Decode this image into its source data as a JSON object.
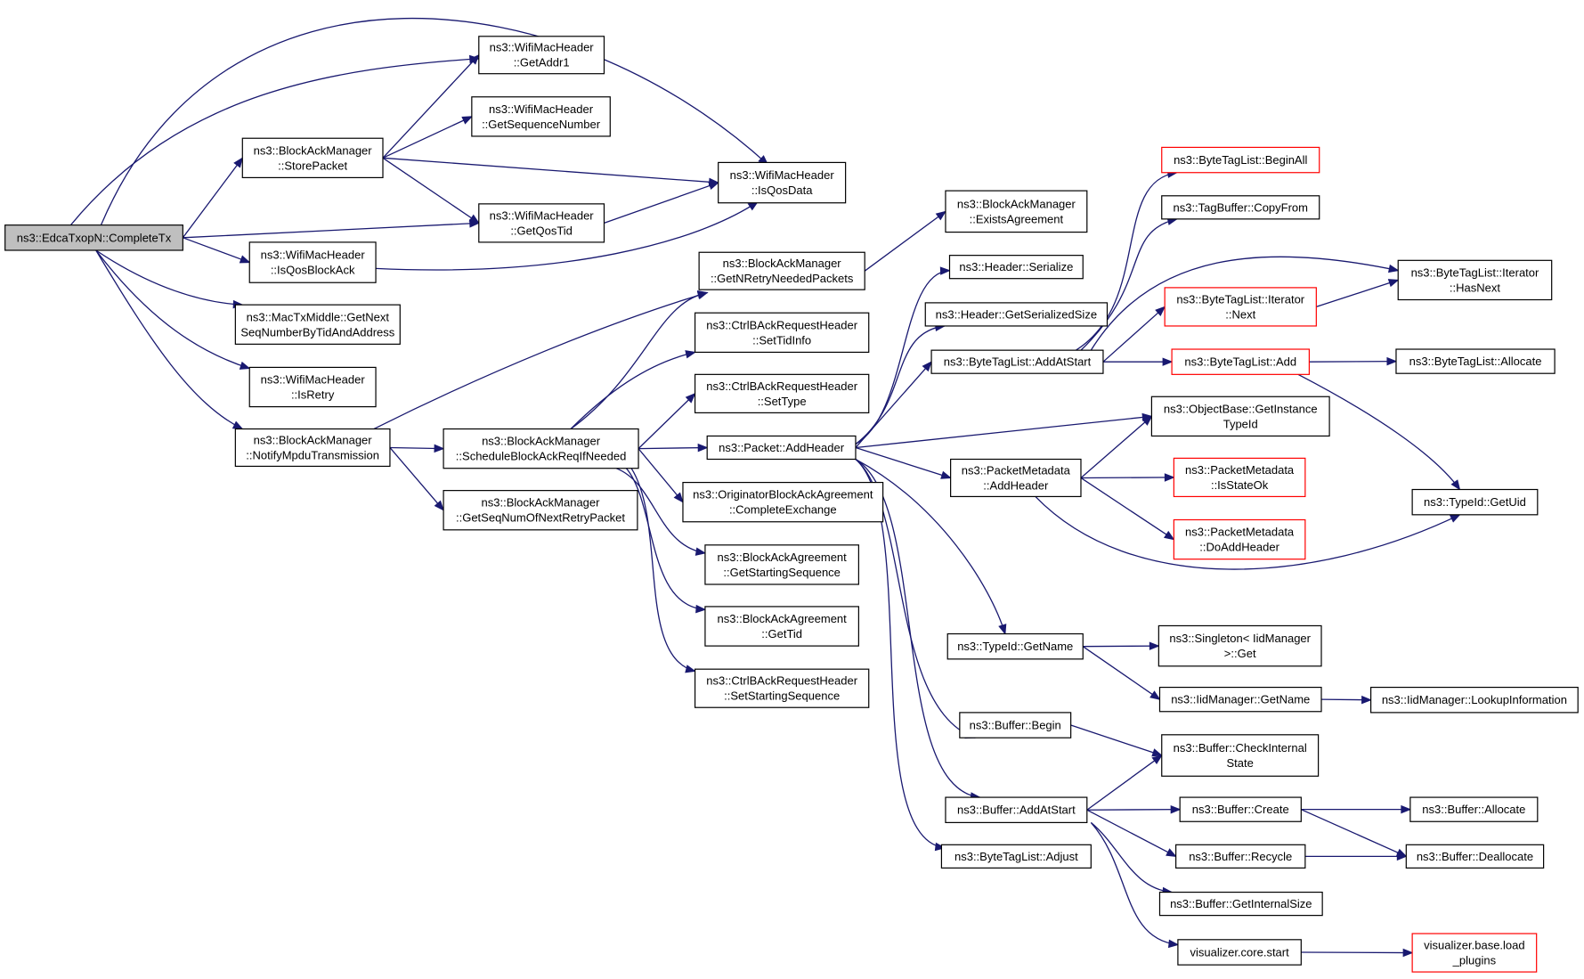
{
  "graph": {
    "nodes": {
      "n0": {
        "lines": [
          "ns3::EdcaTxopN::CompleteTx"
        ],
        "root": true
      },
      "n1": {
        "lines": [
          "ns3::WifiMacHeader",
          "::GetAddr1"
        ]
      },
      "n2": {
        "lines": [
          "ns3::BlockAckManager",
          "::StorePacket"
        ]
      },
      "n3": {
        "lines": [
          "ns3::WifiMacHeader",
          "::GetSequenceNumber"
        ]
      },
      "n4": {
        "lines": [
          "ns3::WifiMacHeader",
          "::IsQosData"
        ]
      },
      "n5": {
        "lines": [
          "ns3::WifiMacHeader",
          "::GetQosTid"
        ]
      },
      "n6": {
        "lines": [
          "ns3::WifiMacHeader",
          "::IsQosBlockAck"
        ]
      },
      "n7": {
        "lines": [
          "ns3::MacTxMiddle::GetNext",
          "SeqNumberByTidAndAddress"
        ]
      },
      "n8": {
        "lines": [
          "ns3::WifiMacHeader",
          "::IsRetry"
        ]
      },
      "n9": {
        "lines": [
          "ns3::BlockAckManager",
          "::NotifyMpduTransmission"
        ]
      },
      "n10": {
        "lines": [
          "ns3::BlockAckManager",
          "::GetNRetryNeededPackets"
        ]
      },
      "n11": {
        "lines": [
          "ns3::BlockAckManager",
          "::ScheduleBlockAckReqIfNeeded"
        ]
      },
      "n12": {
        "lines": [
          "ns3::BlockAckManager",
          "::GetSeqNumOfNextRetryPacket"
        ]
      },
      "n13": {
        "lines": [
          "ns3::BlockAckManager",
          "::ExistsAgreement"
        ]
      },
      "n14": {
        "lines": [
          "ns3::CtrlBAckRequestHeader",
          "::SetTidInfo"
        ]
      },
      "n15": {
        "lines": [
          "ns3::CtrlBAckRequestHeader",
          "::SetType"
        ]
      },
      "n16": {
        "lines": [
          "ns3::Packet::AddHeader"
        ]
      },
      "n17": {
        "lines": [
          "ns3::OriginatorBlockAckAgreement",
          "::CompleteExchange"
        ]
      },
      "n18": {
        "lines": [
          "ns3::BlockAckAgreement",
          "::GetStartingSequence"
        ]
      },
      "n19": {
        "lines": [
          "ns3::BlockAckAgreement",
          "::GetTid"
        ]
      },
      "n20": {
        "lines": [
          "ns3::CtrlBAckRequestHeader",
          "::SetStartingSequence"
        ]
      },
      "n21": {
        "lines": [
          "ns3::Header::Serialize"
        ]
      },
      "n22": {
        "lines": [
          "ns3::Header::GetSerializedSize"
        ]
      },
      "n23": {
        "lines": [
          "ns3::ByteTagList::AddAtStart"
        ]
      },
      "n24": {
        "lines": [
          "ns3::PacketMetadata",
          "::AddHeader"
        ]
      },
      "n25": {
        "lines": [
          "ns3::TypeId::GetName"
        ]
      },
      "n26": {
        "lines": [
          "ns3::Buffer::Begin"
        ]
      },
      "n27": {
        "lines": [
          "ns3::Buffer::AddAtStart"
        ]
      },
      "n28": {
        "lines": [
          "ns3::ByteTagList::Adjust"
        ]
      },
      "n29": {
        "lines": [
          "ns3::ByteTagList::BeginAll"
        ],
        "red": true
      },
      "n30": {
        "lines": [
          "ns3::TagBuffer::CopyFrom"
        ]
      },
      "n31": {
        "lines": [
          "ns3::ByteTagList::Iterator",
          "::Next"
        ],
        "red": true
      },
      "n32": {
        "lines": [
          "ns3::ByteTagList::Add"
        ],
        "red": true
      },
      "n33": {
        "lines": [
          "ns3::ObjectBase::GetInstance",
          "TypeId"
        ]
      },
      "n34": {
        "lines": [
          "ns3::PacketMetadata",
          "::IsStateOk"
        ],
        "red": true
      },
      "n35": {
        "lines": [
          "ns3::PacketMetadata",
          "::DoAddHeader"
        ],
        "red": true
      },
      "n36": {
        "lines": [
          "ns3::Singleton< IidManager",
          ">::Get"
        ]
      },
      "n37": {
        "lines": [
          "ns3::IidManager::GetName"
        ]
      },
      "n38": {
        "lines": [
          "ns3::Buffer::CheckInternal",
          "State"
        ]
      },
      "n39": {
        "lines": [
          "ns3::Buffer::Create"
        ]
      },
      "n40": {
        "lines": [
          "ns3::Buffer::Recycle"
        ]
      },
      "n41": {
        "lines": [
          "ns3::Buffer::GetInternalSize"
        ]
      },
      "n42": {
        "lines": [
          "visualizer.core.start"
        ]
      },
      "n43": {
        "lines": [
          "ns3::ByteTagList::Iterator",
          "::HasNext"
        ]
      },
      "n44": {
        "lines": [
          "ns3::ByteTagList::Allocate"
        ]
      },
      "n45": {
        "lines": [
          "ns3::TypeId::GetUid"
        ]
      },
      "n46": {
        "lines": [
          "ns3::IidManager::LookupInformation"
        ]
      },
      "n47": {
        "lines": [
          "ns3::Buffer::Allocate"
        ]
      },
      "n48": {
        "lines": [
          "ns3::Buffer::Deallocate"
        ]
      },
      "n49": {
        "lines": [
          "visualizer.base.load",
          "_plugins"
        ],
        "red": true
      }
    },
    "edges": [
      [
        "n0",
        "n1"
      ],
      [
        "n0",
        "n2"
      ],
      [
        "n0",
        "n4"
      ],
      [
        "n0",
        "n5"
      ],
      [
        "n0",
        "n6"
      ],
      [
        "n0",
        "n7"
      ],
      [
        "n0",
        "n8"
      ],
      [
        "n0",
        "n9"
      ],
      [
        "n2",
        "n1"
      ],
      [
        "n2",
        "n3"
      ],
      [
        "n2",
        "n4"
      ],
      [
        "n2",
        "n5"
      ],
      [
        "n5",
        "n4"
      ],
      [
        "n6",
        "n4"
      ],
      [
        "n9",
        "n10"
      ],
      [
        "n9",
        "n11"
      ],
      [
        "n9",
        "n12"
      ],
      [
        "n10",
        "n13"
      ],
      [
        "n11",
        "n10"
      ],
      [
        "n11",
        "n14"
      ],
      [
        "n11",
        "n15"
      ],
      [
        "n11",
        "n16"
      ],
      [
        "n11",
        "n17"
      ],
      [
        "n11",
        "n18"
      ],
      [
        "n11",
        "n19"
      ],
      [
        "n11",
        "n20"
      ],
      [
        "n16",
        "n21"
      ],
      [
        "n16",
        "n22"
      ],
      [
        "n16",
        "n23"
      ],
      [
        "n16",
        "n33"
      ],
      [
        "n16",
        "n24"
      ],
      [
        "n16",
        "n25"
      ],
      [
        "n16",
        "n26"
      ],
      [
        "n16",
        "n27"
      ],
      [
        "n16",
        "n28"
      ],
      [
        "n23",
        "n29"
      ],
      [
        "n23",
        "n30"
      ],
      [
        "n23",
        "n43"
      ],
      [
        "n23",
        "n31"
      ],
      [
        "n23",
        "n32"
      ],
      [
        "n31",
        "n43"
      ],
      [
        "n32",
        "n44"
      ],
      [
        "n32",
        "n45"
      ],
      [
        "n24",
        "n33"
      ],
      [
        "n24",
        "n34"
      ],
      [
        "n24",
        "n35"
      ],
      [
        "n24",
        "n45"
      ],
      [
        "n25",
        "n36"
      ],
      [
        "n25",
        "n37"
      ],
      [
        "n37",
        "n46"
      ],
      [
        "n26",
        "n38"
      ],
      [
        "n27",
        "n38"
      ],
      [
        "n27",
        "n39"
      ],
      [
        "n27",
        "n40"
      ],
      [
        "n27",
        "n41"
      ],
      [
        "n27",
        "n42"
      ],
      [
        "n39",
        "n47"
      ],
      [
        "n39",
        "n48"
      ],
      [
        "n40",
        "n48"
      ],
      [
        "n42",
        "n49"
      ]
    ]
  }
}
